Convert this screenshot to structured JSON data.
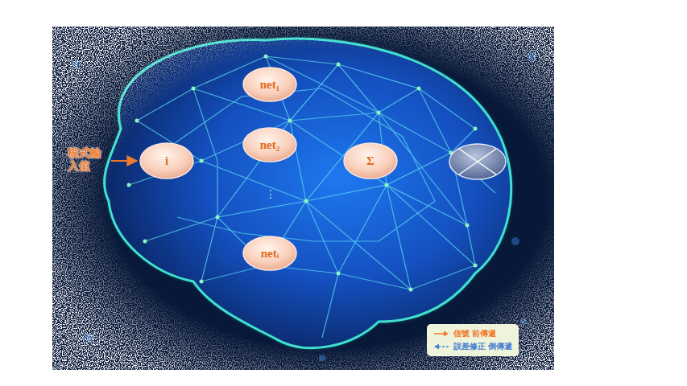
{
  "diagram": {
    "nodes": [
      {
        "text": [
          "i"
        ]
      },
      {
        "text": [
          "net₁"
        ]
      },
      {
        "text": [
          "net₂"
        ]
      },
      {
        "text": [
          "netᵢ"
        ]
      },
      {
        "text": [
          "Σ"
        ]
      }
    ],
    "labels": [
      "模式輸入值",
      "⋮"
    ],
    "legend": [
      {
        "text": "信號 前傳遞"
      },
      {
        "text": "誤差修正 倒傳遞"
      }
    ]
  }
}
